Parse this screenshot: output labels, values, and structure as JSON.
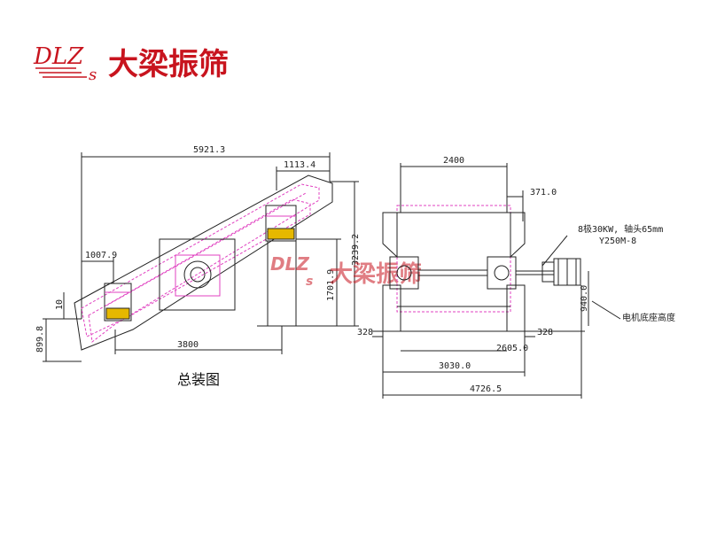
{
  "logo": {
    "latin": "DLZ",
    "latin_sub": "s",
    "cn": "大梁振筛",
    "color": "#c8141e"
  },
  "watermark": {
    "latin": "DLZ",
    "latin_sub": "s",
    "cn": "大梁振筛"
  },
  "side_view": {
    "caption": "总装图",
    "dims": {
      "overall_length": "5921.3",
      "top_right": "1113.4",
      "left_support": "1007.9",
      "total_height": "3239.2",
      "support_height": "1701.9",
      "small_gap": "10",
      "base_height": "899.8",
      "span": "3800"
    }
  },
  "end_view": {
    "dims": {
      "width_top": "2400",
      "right_offset": "371.0",
      "left_foot": "328",
      "right_foot": "328",
      "inner_span": "2605.0",
      "base_width": "3030.0",
      "overall_width": "4726.5",
      "motor_height": "940.0"
    },
    "notes": {
      "motor_spec": "8极30KW, 轴头65mm",
      "motor_model": "Y250M-8",
      "motor_base": "电机底座高度"
    }
  },
  "colors": {
    "line": "#222222",
    "accent": "#e040c0",
    "yellow": "#e6b800",
    "red": "#c8141e"
  }
}
